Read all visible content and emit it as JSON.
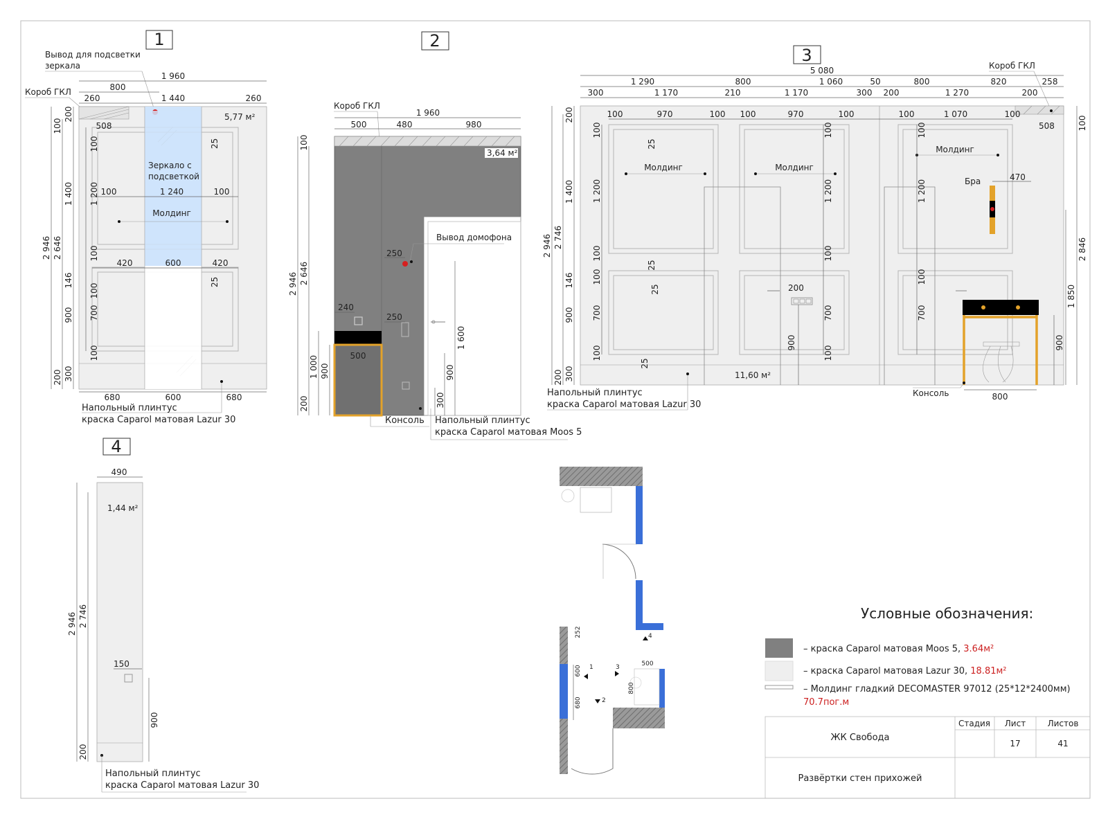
{
  "colors": {
    "dark_paint": "#808080",
    "light_paint": "#efefef",
    "mirror": "#cfe4fb",
    "console_frame": "#e3a22a",
    "red": "#cc1f1f",
    "plan_hatch": "#8a8a8a",
    "plan_blue": "#3a6fd8"
  },
  "view1": {
    "number": "1",
    "note_lighting": [
      "Вывод для подсветки",
      "зеркала"
    ],
    "note_box": "Короб ГКЛ",
    "area": "5,77 м²",
    "mirror_label": [
      "Зеркало с",
      "подсветкой"
    ],
    "molding_label": "Молдинг",
    "skirting": [
      "Напольный плинтус",
      "краска Caparol матовая Lazur 30"
    ],
    "dims": {
      "total_w": "1 960",
      "top_a": "800",
      "top_b": "260",
      "top_c": "1 440",
      "top_d": "260",
      "box": "508",
      "frame_side": "100",
      "frame_side2": "100",
      "frame_w": "1 240",
      "r420a": "420",
      "r600": "600",
      "r420b": "420",
      "b680a": "680",
      "b600": "600",
      "b680b": "680",
      "d25a": "25",
      "d25b": "25",
      "v100a": "100",
      "v200": "200",
      "v1400": "1 400",
      "v146": "146",
      "v900": "900",
      "v200b": "200",
      "v2946": "2 946",
      "v2646": "2 646",
      "v100b": "100",
      "v1200": "1 200",
      "v100c": "100",
      "v100d": "100",
      "v700": "700",
      "v100e": "100",
      "v300": "300"
    }
  },
  "view2": {
    "number": "2",
    "note_box": "Короб ГКЛ",
    "area": "3,64 м²",
    "intercom": "Вывод домофона",
    "console": "Консоль",
    "skirting": [
      "Напольный плинтус",
      "краска Caparol матовая Moos 5"
    ],
    "dims": {
      "total_w": "1 960",
      "a": "500",
      "b": "480",
      "c": "980",
      "v100": "100",
      "v2946": "2 946",
      "v2646": "2 646",
      "d250a": "250",
      "d240": "240",
      "d250b": "250",
      "d500": "500",
      "v1000": "1 000",
      "v900": "900",
      "v200": "200",
      "v1600": "1 600",
      "v900b": "900",
      "v300": "300"
    }
  },
  "view3": {
    "number": "3",
    "note_box": "Короб ГКЛ",
    "area": "11,60 м²",
    "molding_a": "Молдинг",
    "molding_b": "Молдинг",
    "molding_c": "Молдинг",
    "sconce": "Бра",
    "console": "Консоль",
    "skirting": [
      "Напольный плинтус",
      "краска Caparol матовая Lazur 30"
    ],
    "dims": {
      "total": "5 080",
      "s1290": "1 290",
      "s800": "800",
      "s1060": "1 060",
      "s50": "50",
      "s800b": "800",
      "s820": "820",
      "s258": "258",
      "t300": "300",
      "t1170": "1 170",
      "t210": "210",
      "t1170b": "1 170",
      "t300b": "300",
      "t200": "200",
      "t1270": "1 270",
      "t200b": "200",
      "f100a": "100",
      "f970a": "970",
      "f100b": "100",
      "f100c": "100",
      "f970b": "970",
      "f100d": "100",
      "f100e": "100",
      "f1070": "1 070",
      "f100f": "100",
      "box": "508",
      "s470": "470",
      "d200": "200",
      "d25a": "25",
      "d25b": "25",
      "d25c": "25",
      "d25d": "25",
      "v200": "200",
      "v1400": "1 400",
      "v146": "146",
      "v900": "900",
      "v200b": "200",
      "v2946": "2 946",
      "v2746": "2 746",
      "v100a": "100",
      "v1200a": "1 200",
      "v100b": "100",
      "v100c": "100",
      "v700a": "700",
      "v100d": "100",
      "v300": "300",
      "v100e": "100",
      "v1200b": "1 200",
      "v100f": "100",
      "v700b": "700",
      "v100g": "100",
      "v1200c": "1 200",
      "v100h": "100",
      "v700c": "700",
      "v100i": "100",
      "v900b": "900",
      "r100": "100",
      "r2846": "2 846",
      "r1850": "1 850",
      "r900": "900",
      "b800": "800"
    }
  },
  "view4": {
    "number": "4",
    "area": "1,44 м²",
    "skirting": [
      "Напольный плинтус",
      "краска Caparol матовая Lazur 30"
    ],
    "dims": {
      "w490": "490",
      "v2946": "2 946",
      "v2746": "2 746",
      "d150": "150",
      "v900": "900",
      "v200": "200"
    }
  },
  "plan": {
    "labels": {
      "d252": "252",
      "d600": "600",
      "d680": "680",
      "d500": "500",
      "d800": "800",
      "m1": "1",
      "m2": "2",
      "m3": "3",
      "m4": "4"
    }
  },
  "legend": {
    "title": "Условные обозначения:",
    "items": [
      {
        "text": "– краска Caparol матовая Moos 5, ",
        "value": "3.64м²"
      },
      {
        "text": "– краска Caparol матовая Lazur 30, ",
        "value": "18.81м²"
      },
      {
        "text": "– Молдинг гладкий DECOMASTER 97012 (25*12*2400мм)",
        "value": "70.7пог.м"
      }
    ]
  },
  "titleblock": {
    "project": "ЖК Свобода",
    "sheet_title": "Развёртки стен прихожей",
    "h_stage": "Стадия",
    "h_sheet": "Лист",
    "h_sheets": "Листов",
    "sheet": "17",
    "sheets": "41"
  }
}
